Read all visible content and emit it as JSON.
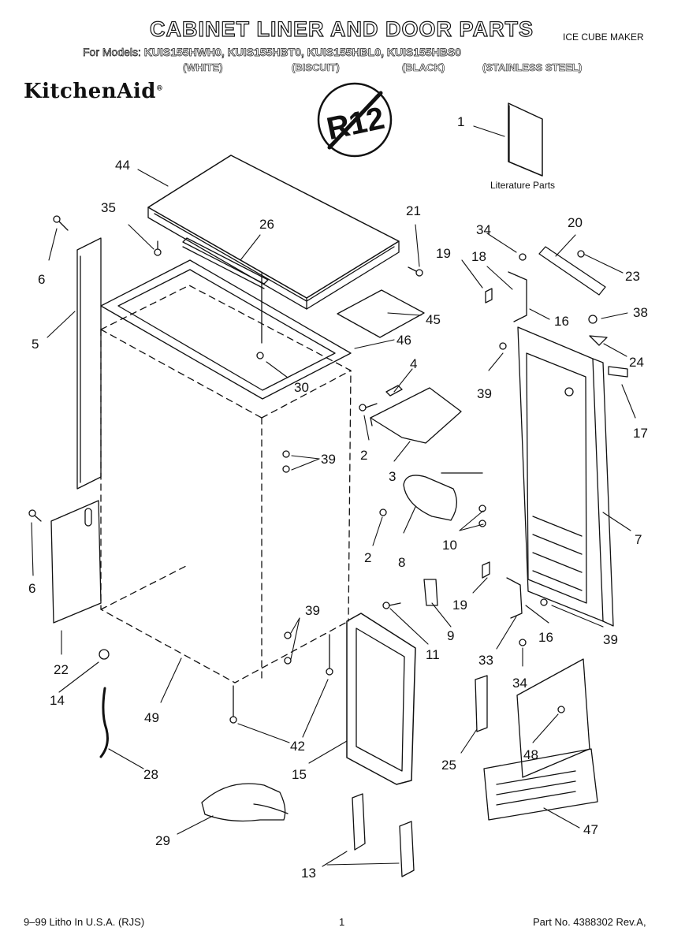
{
  "header": {
    "title": "CABINET LINER AND DOOR PARTS",
    "subtitle": "ICE CUBE MAKER",
    "models_label": "For Models:",
    "models": "KUIS155HWH0, KUIS155HBT0, KUIS155HBL0, KUIS155HBS0",
    "colors": [
      "(WHITE)",
      "(BISCUIT)",
      "(BLACK)",
      "(STAINLESS STEEL)"
    ],
    "brand": "KitchenAid",
    "brand_mark": "®"
  },
  "badge": {
    "text": "R12"
  },
  "literature": {
    "label": "Literature Parts"
  },
  "callouts": [
    "1",
    "44",
    "35",
    "26",
    "21",
    "34",
    "20",
    "19",
    "18",
    "23",
    "6",
    "5",
    "45",
    "16",
    "38",
    "46",
    "39",
    "24",
    "4",
    "30",
    "17",
    "2",
    "3",
    "39",
    "7",
    "8",
    "10",
    "6",
    "2",
    "19",
    "39",
    "16",
    "39",
    "22",
    "9",
    "11",
    "33",
    "14",
    "34",
    "49",
    "42",
    "48",
    "28",
    "15",
    "25",
    "29",
    "47",
    "13"
  ],
  "footer": {
    "left": "9–99 Litho In U.S.A. (RJS)",
    "center": "1",
    "right": "Part No. 4388302 Rev.A,"
  }
}
